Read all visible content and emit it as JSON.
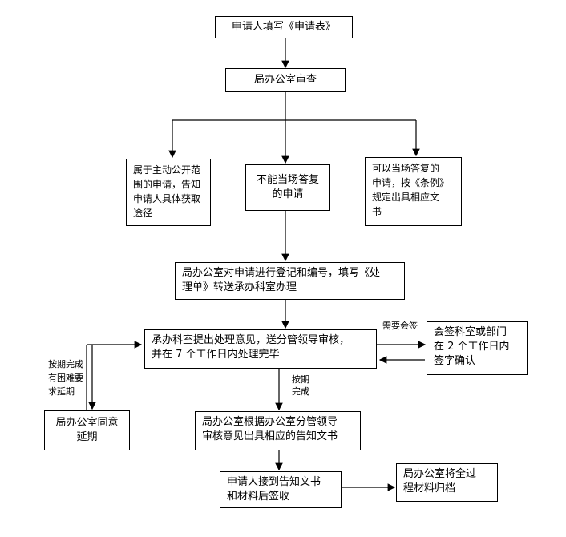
{
  "nodes": {
    "apply": "申请人填写《申请表》",
    "review": "局办公室审查",
    "public": "属于主动公开范\n围的申请，告知\n申请人具体获取\n途径",
    "cannot": "不能当场答复\n的申请",
    "can": "可以当场答复的\n申请，按《条例》\n规定出具相应文\n书",
    "register": "局办公室对申请进行登记和编号，填写《处\n理单》转送承办科室办理",
    "handle": "承办科室提出处理意见，送分管领导审核，\n并在 7 个工作日内处理完毕",
    "cosign": "会签科室或部门\n在 2 个工作日内\n签字确认",
    "extend": "局办公室同意\n延期",
    "notice": "局办公室根据办公室分管领导\n审核意见出具相应的告知文书",
    "receive": "申请人接到告知文书\n和材料后签收",
    "archive": "局办公室将全过\n程材料归档"
  },
  "labels": {
    "need_cosign": "需要会签",
    "on_time": "按期\n完成",
    "delay": "按期完成\n有困难要\n求延期"
  }
}
